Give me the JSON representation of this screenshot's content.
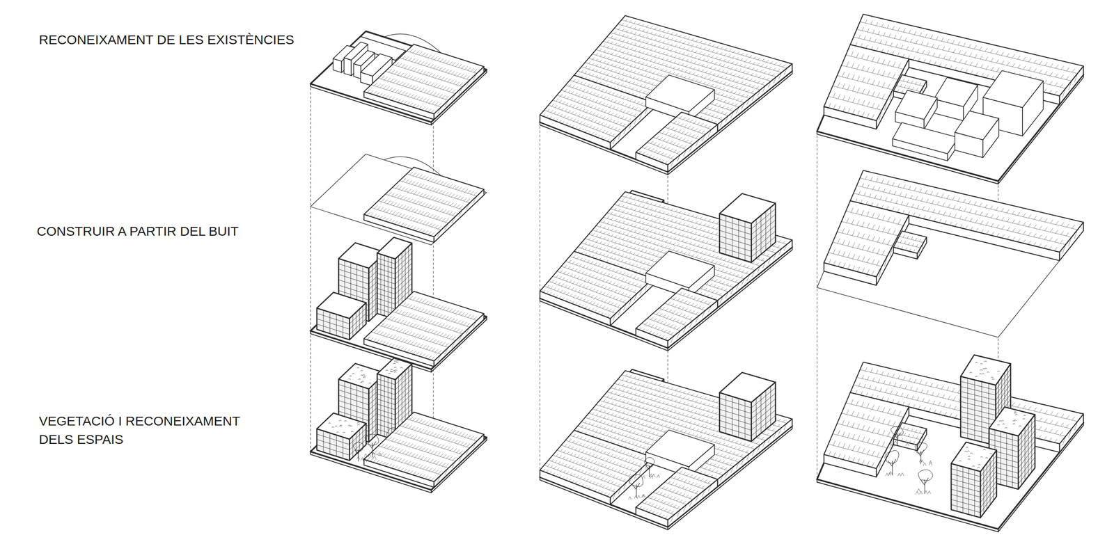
{
  "diagram": {
    "labels": [
      "RECONEIXAMENT DE LES EXISTÈNCIES",
      "CONSTRUIR A PARTIR DEL BUIT",
      "VEGETACIÓ I RECONEIXAMENT DELS ESPAIS"
    ]
  }
}
